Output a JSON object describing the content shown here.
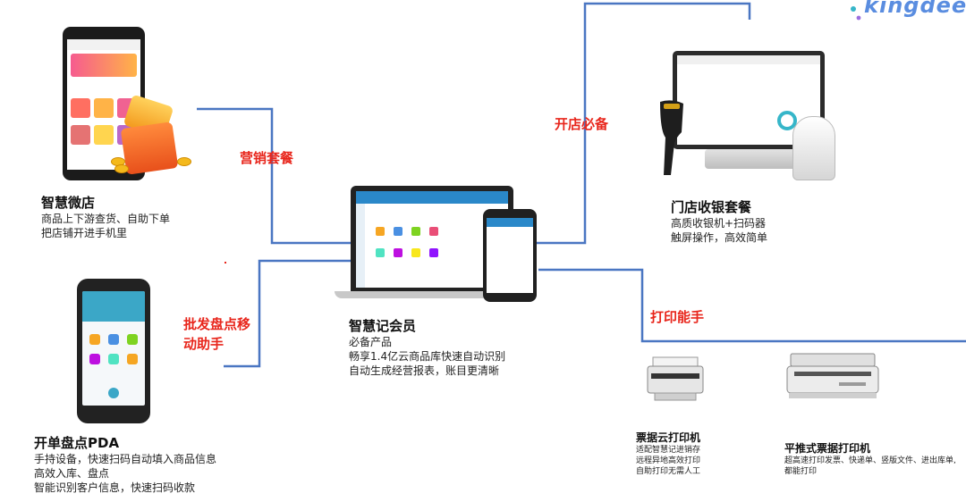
{
  "logo": {
    "text": "kingdee"
  },
  "labels": {
    "marketing": "营销套餐",
    "store_essential": "开店必备",
    "wholesale": "批发盘点移动助手",
    "printing": "打印能手"
  },
  "products": {
    "smart_store": {
      "title": "智慧微店",
      "lines": [
        "商品上下游查货、自助下单",
        "把店铺开进手机里"
      ]
    },
    "pos": {
      "title": "门店收银套餐",
      "lines": [
        "高质收银机+扫码器",
        "触屏操作，高效简单"
      ]
    },
    "member": {
      "title": "智慧记会员",
      "lines": [
        "必备产品",
        "畅享1.4亿云商品库快速自动识别",
        "自动生成经营报表，账目更清晰"
      ]
    },
    "pda": {
      "title": "开单盘点PDA",
      "lines": [
        "手持设备，快速扫码自动填入商品信息",
        "高效入库、盘点",
        "智能识别客户信息，快速扫码收款"
      ]
    },
    "cloud_printer": {
      "title": "票据云打印机",
      "lines": [
        "适配智慧记进销存",
        "远程异地高效打印",
        "自助打印无需人工"
      ]
    },
    "flatbed_printer": {
      "title": "平推式票据打印机",
      "lines": [
        "超高速打印发票、快递单、竖版文件、进出库单,都能打印"
      ]
    }
  },
  "colors": {
    "connector": "#4a76c2",
    "label_red": "#e8261c",
    "logo_blue": "#5a8de0"
  }
}
